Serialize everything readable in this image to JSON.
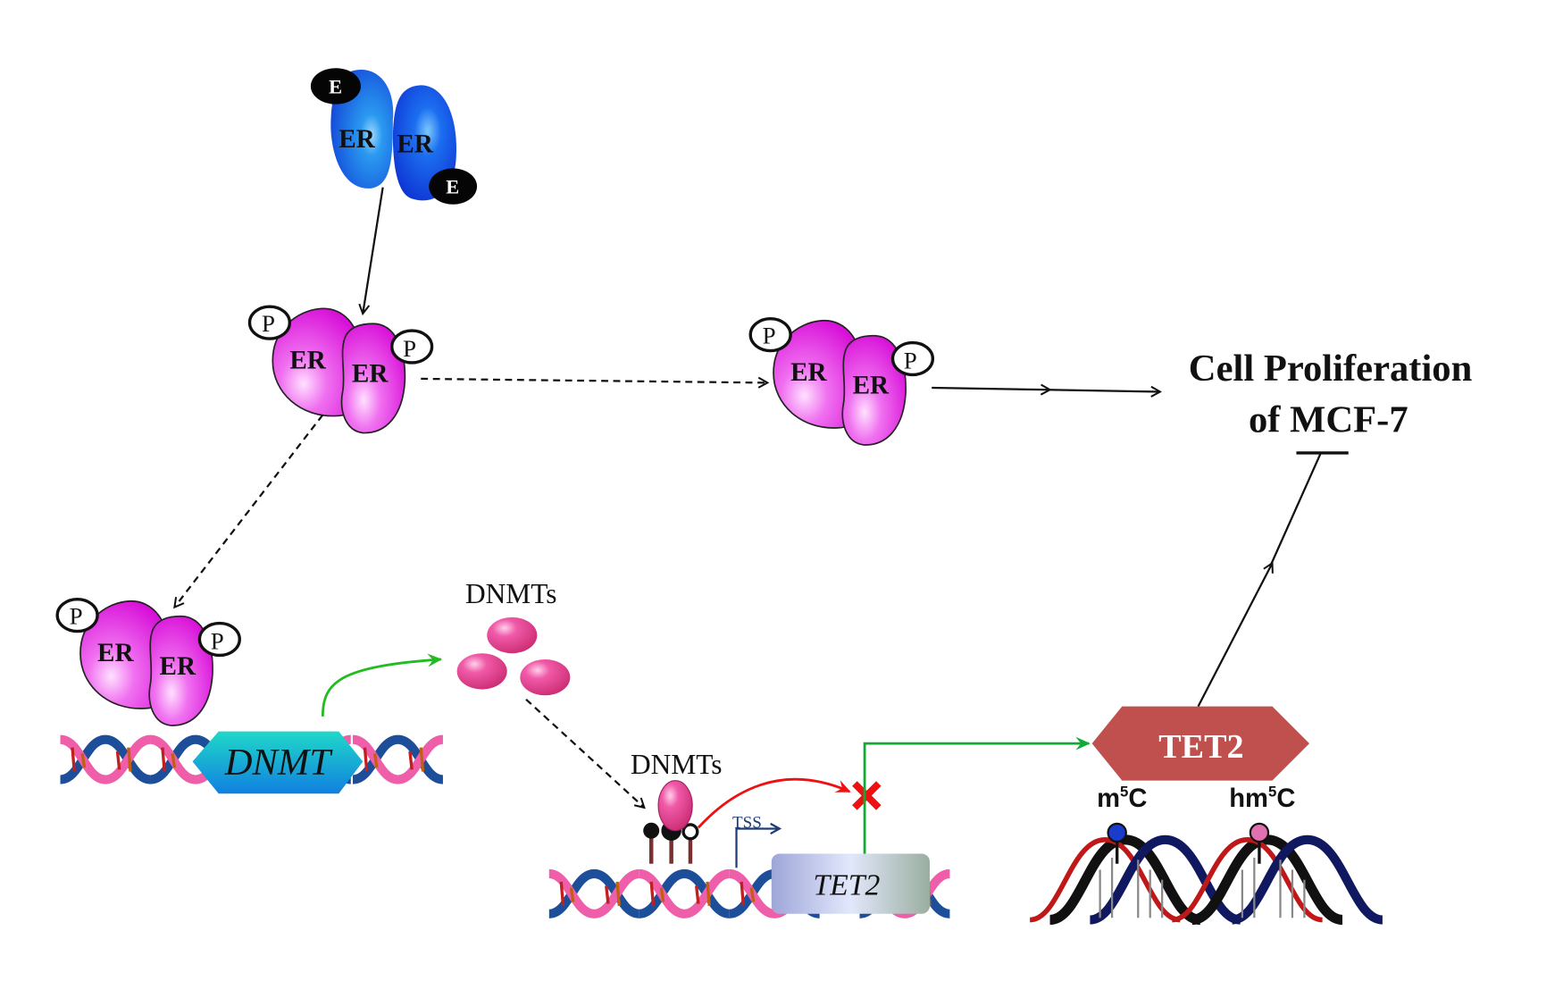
{
  "diagram": {
    "type": "signaling-pathway",
    "colors": {
      "er_unbound": "#1a5cf0",
      "er_phospho": "#e01ee0",
      "dnmt_protein": "#e8408a",
      "dnmt_gene_box": "#12b8d8",
      "tet2_gene_box": "#b4bce8",
      "tet2_protein": "#c0504d",
      "activation_arrow_green": "#22bb22",
      "inhibition_arrow_red": "#ee1111",
      "m5c_ball": "#1a3ccc",
      "hm5c_ball": "#e070b0"
    },
    "nodes": {
      "er_estrogen_dimer": {
        "subunits": [
          "ER",
          "ER"
        ],
        "ligands": [
          "E",
          "E"
        ]
      },
      "er_phospho_dimer_1": {
        "subunits": [
          "ER",
          "ER"
        ],
        "marks": [
          "P",
          "P"
        ]
      },
      "er_phospho_dimer_2": {
        "subunits": [
          "ER",
          "ER"
        ],
        "marks": [
          "P",
          "P"
        ]
      },
      "er_phospho_dimer_3": {
        "subunits": [
          "ER",
          "ER"
        ],
        "marks": [
          "P",
          "P"
        ]
      },
      "dnmt_gene": {
        "label": "DNMT"
      },
      "dnmts_free": {
        "label": "DNMTs"
      },
      "dnmts_bound": {
        "label": "DNMTs"
      },
      "tss": {
        "label": "TSS"
      },
      "tet2_gene": {
        "label": "TET2"
      },
      "tet2_protein": {
        "label": "TET2"
      },
      "m5c": {
        "label_prefix": "m",
        "superscript": "5",
        "label_suffix": "C"
      },
      "hm5c": {
        "label_prefix": "hm",
        "superscript": "5",
        "label_suffix": "C"
      },
      "outcome": {
        "line1": "Cell Proliferation",
        "line2": "of MCF-7"
      }
    },
    "edges": [
      {
        "from": "er_estrogen_dimer",
        "to": "er_phospho_dimer_1",
        "style": "solid",
        "effect": "activation"
      },
      {
        "from": "er_phospho_dimer_1",
        "to": "er_phospho_dimer_2",
        "style": "dashed",
        "effect": "activation"
      },
      {
        "from": "er_phospho_dimer_1",
        "to": "er_phospho_dimer_3",
        "style": "dashed",
        "effect": "activation"
      },
      {
        "from": "er_phospho_dimer_2",
        "to": "outcome",
        "style": "solid",
        "effect": "activation"
      },
      {
        "from": "dnmt_gene",
        "to": "dnmts_free",
        "style": "solid-green",
        "effect": "expression"
      },
      {
        "from": "dnmts_free",
        "to": "dnmts_bound",
        "style": "dashed",
        "effect": "binding"
      },
      {
        "from": "dnmts_bound",
        "to": "tet2_gene",
        "style": "solid-red",
        "effect": "blocked"
      },
      {
        "from": "tet2_gene",
        "to": "tet2_protein",
        "style": "solid-green",
        "effect": "expression"
      },
      {
        "from": "tet2_protein",
        "to": "outcome",
        "style": "solid",
        "effect": "inhibition"
      }
    ]
  }
}
